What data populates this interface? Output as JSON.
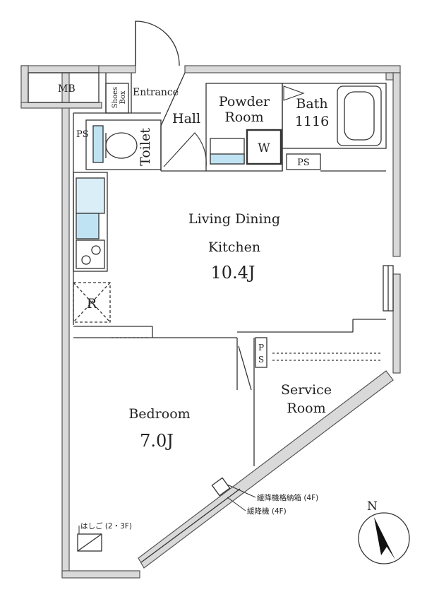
{
  "labels": {
    "mb": "MB",
    "shoes_box_line1": "Shoes",
    "shoes_box_line2": "Box",
    "entrance": "Entrance",
    "hall": "Hall",
    "powder_room_line1": "Powder",
    "powder_room_line2": "Room",
    "bath_line1": "Bath",
    "bath_line2": "1116",
    "ps_left": "PS",
    "toilet": "Toilet",
    "w": "W",
    "ps_bath": "PS",
    "ldk_line1": "Living Dining",
    "ldk_line2": "Kitchen",
    "ldk_size": "10.4J",
    "refrigerator": "R",
    "ps_service_top": "P",
    "ps_service_bottom": "S",
    "service_room_line1": "Service",
    "service_room_line2": "Room",
    "bedroom": "Bedroom",
    "bedroom_size": "7.0J",
    "escape_box_note": "緩降機格納箱 (4F)",
    "escape_device_note": "緩降機 (4F)",
    "ladder_note": "はしご (2・3F)",
    "north": "N"
  },
  "colors": {
    "wall": "#d9d9d9",
    "wall_outline": "#555555",
    "line": "#333333",
    "fixture_accent": "#bfe3f2"
  }
}
